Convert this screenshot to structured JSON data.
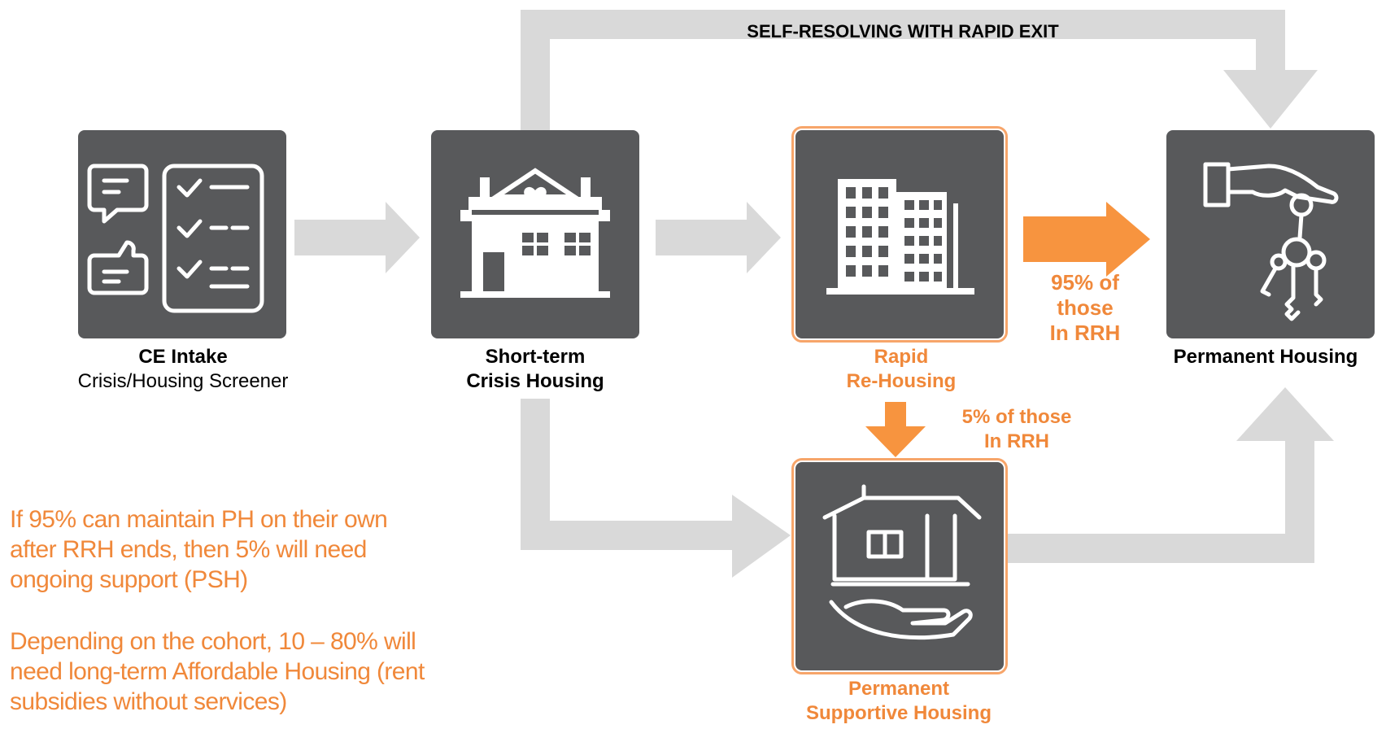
{
  "top_path_label": "SELF-RESOLVING WITH RAPID EXIT",
  "nodes": {
    "ce_intake": {
      "title": "CE Intake",
      "subtitle": "Crisis/Housing Screener"
    },
    "crisis_housing": {
      "line1": "Short-term",
      "line2": "Crisis Housing"
    },
    "rapid_rehousing": {
      "line1": "Rapid",
      "line2": "Re-Housing"
    },
    "permanent_housing": {
      "title": "Permanent Housing"
    },
    "psh": {
      "line1": "Permanent",
      "line2": "Supportive Housing"
    }
  },
  "flows": {
    "rrh_to_ph": {
      "line1": "95% of",
      "line2": "those",
      "line3": "In RRH"
    },
    "rrh_to_psh": {
      "line1": "5% of those",
      "line2": "In RRH"
    }
  },
  "notes": {
    "note1": "If 95% can maintain PH on their own after RRH ends, then 5% will need ongoing support (PSH)",
    "note2": "Depending on the cohort, 10 – 80% will need long-term Affordable Housing (rent subsidies without services)"
  },
  "colors": {
    "box": "#58595b",
    "arrow_gray": "#d9d9d9",
    "accent_orange": "#f7943f",
    "text_orange": "#f0883a"
  }
}
